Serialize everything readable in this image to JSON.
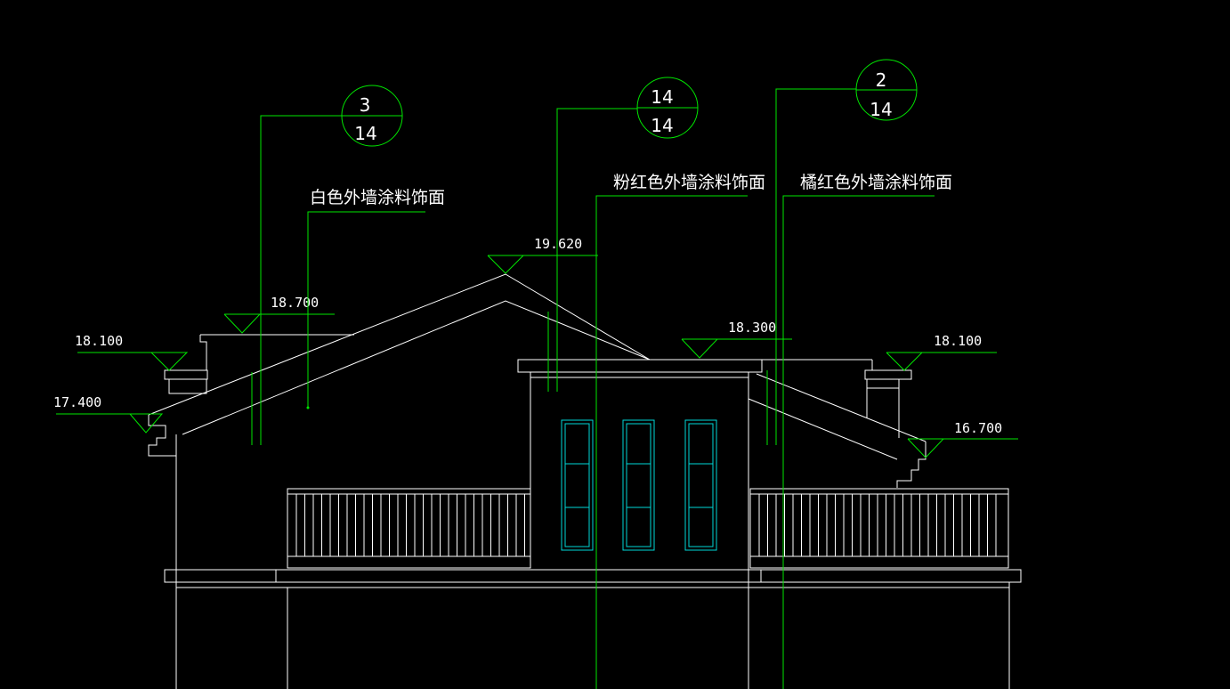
{
  "levels": {
    "ridge": "19.620",
    "left_eave_upper": "18.700",
    "left_parapet": "18.100",
    "left_eave": "17.400",
    "dormer_roof": "18.300",
    "right_parapet": "18.100",
    "right_eave": "16.700"
  },
  "notes": {
    "white_coating": "白色外墙涂料饰面",
    "pink_coating": "粉红色外墙涂料饰面",
    "orange_coating": "橘红色外墙涂料饰面"
  },
  "callouts": {
    "left": {
      "top": "3",
      "bottom": "14"
    },
    "middle": {
      "top": "14",
      "bottom": "14"
    },
    "right": {
      "top": "2",
      "bottom": "14"
    }
  },
  "colors": {
    "background": "#000000",
    "geometry": "#ffffff",
    "annotation": "#00e600",
    "glazing": "#00d8d8"
  }
}
